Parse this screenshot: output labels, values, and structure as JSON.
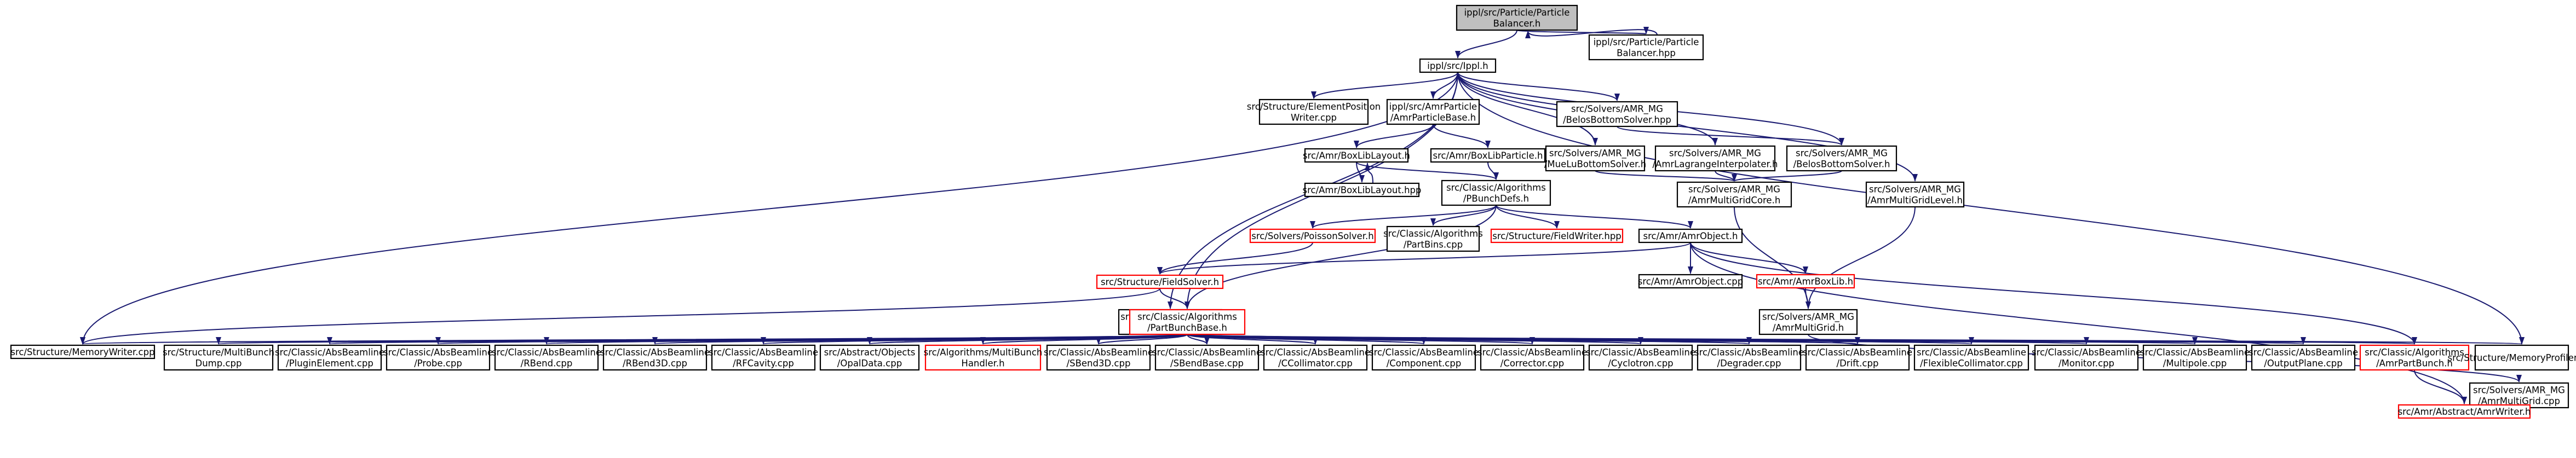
{
  "colors": {
    "edge": "#191970",
    "node_border": "#000000",
    "node_border_incomplete": "#ff0000",
    "node_fill": "#ffffff",
    "root_fill": "#bfbfbf",
    "text": "#000000"
  },
  "nodes": [
    {
      "id": "n_pb_h",
      "lines": [
        "ippl/src/Particle/Particle",
        "Balancer.h"
      ],
      "root": true
    },
    {
      "id": "n_pb_hpp",
      "lines": [
        "ippl/src/Particle/Particle",
        "Balancer.hpp"
      ]
    },
    {
      "id": "n_ippl",
      "lines": [
        "ippl/src/Ippl.h"
      ]
    },
    {
      "id": "n_elempos",
      "lines": [
        "src/Structure/ElementPosition",
        "Writer.cpp"
      ]
    },
    {
      "id": "n_amrpb",
      "lines": [
        "ippl/src/AmrParticle",
        "/AmrParticleBase.h"
      ]
    },
    {
      "id": "n_bbs_hpp",
      "lines": [
        "src/Solvers/AMR_MG",
        "/BelosBottomSolver.hpp"
      ]
    },
    {
      "id": "n_mueluBS",
      "lines": [
        "src/Solvers/AMR_MG",
        "/MueLuBottomSolver.h"
      ]
    },
    {
      "id": "n_lagrange",
      "lines": [
        "src/Solvers/AMR_MG",
        "/AmrLagrangeInterpolater.h"
      ]
    },
    {
      "id": "n_bbs_h",
      "lines": [
        "src/Solvers/AMR_MG",
        "/BelosBottomSolver.h"
      ]
    },
    {
      "id": "n_sllayout",
      "lines": [
        "src/Amr/BoxLibLayout.h"
      ]
    },
    {
      "id": "n_slparticle",
      "lines": [
        "src/Amr/BoxLibParticle.h"
      ]
    },
    {
      "id": "n_sllayout_hpp",
      "lines": [
        "src/Amr/BoxLibLayout.hpp"
      ]
    },
    {
      "id": "n_pbunch",
      "lines": [
        "src/Classic/Algorithms",
        "/PBunchDefs.h"
      ]
    },
    {
      "id": "n_gridcore",
      "lines": [
        "src/Solvers/AMR_MG",
        "/AmrMultiGridCore.h"
      ]
    },
    {
      "id": "n_gridlevel",
      "lines": [
        "src/Solvers/AMR_MG",
        "/AmrMultiGridLevel.h"
      ]
    },
    {
      "id": "n_poisson",
      "lines": [
        "src/Solvers/PoissonSolver.h"
      ],
      "incomplete": true
    },
    {
      "id": "n_partbins",
      "lines": [
        "src/Classic/Algorithms",
        "/PartBins.cpp"
      ]
    },
    {
      "id": "n_fmhpp",
      "lines": [
        "src/Structure/FieldWriter.hpp"
      ],
      "incomplete": true
    },
    {
      "id": "n_amrobject",
      "lines": [
        "src/Amr/AmrObject.h"
      ]
    },
    {
      "id": "n_fieldsolver",
      "lines": [
        "src/Structure/FieldSolver.h"
      ],
      "incomplete": true
    },
    {
      "id": "n_amrobj_cpp",
      "lines": [
        "src/Amr/AmrObject.cpp"
      ]
    },
    {
      "id": "n_boxlib",
      "lines": [
        "src/Amr/AmrBoxLib.h"
      ],
      "incomplete": true
    },
    {
      "id": "n_partbunch_cpp",
      "lines": [
        "src/Classic/Algorithms",
        "/PartBunch.cpp"
      ]
    },
    {
      "id": "n_pbbase",
      "lines": [
        "src/Classic/Algorithms",
        "/PartBunchBase.h"
      ],
      "incomplete": true
    },
    {
      "id": "n_multigrid",
      "lines": [
        "src/Solvers/AMR_MG",
        "/AmrMultiGrid.h"
      ]
    },
    {
      "id": "n_memwriter",
      "lines": [
        "src/Structure/MemoryWriter.cpp"
      ]
    },
    {
      "id": "n_multibunch",
      "lines": [
        "src/Structure/MultiBunch",
        "Dump.cpp"
      ]
    },
    {
      "id": "n_plugin",
      "lines": [
        "src/Classic/AbsBeamline",
        "/PluginElement.cpp"
      ]
    },
    {
      "id": "n_probe",
      "lines": [
        "src/Classic/AbsBeamline",
        "/Probe.cpp"
      ]
    },
    {
      "id": "n_rbend",
      "lines": [
        "src/Classic/AbsBeamline",
        "/RBend.cpp"
      ]
    },
    {
      "id": "n_rbend3d",
      "lines": [
        "src/Classic/AbsBeamline",
        "/RBend3D.cpp"
      ]
    },
    {
      "id": "n_rfcavity",
      "lines": [
        "src/Classic/AbsBeamline",
        "/RFCavity.cpp"
      ]
    },
    {
      "id": "n_opaldata",
      "lines": [
        "src/Abstract/Objects",
        "/OpalData.cpp"
      ]
    },
    {
      "id": "n_mbhandler",
      "lines": [
        "src/Algorithms/MultiBunch",
        "Handler.h"
      ],
      "incomplete": true
    },
    {
      "id": "n_sbend3d",
      "lines": [
        "src/Classic/AbsBeamline",
        "/SBend3D.cpp"
      ]
    },
    {
      "id": "n_sbendbase",
      "lines": [
        "src/Classic/AbsBeamline",
        "/SBendBase.cpp"
      ]
    },
    {
      "id": "n_ccollimator",
      "lines": [
        "src/Classic/AbsBeamline",
        "/CCollimator.cpp"
      ]
    },
    {
      "id": "n_component",
      "lines": [
        "src/Classic/AbsBeamline",
        "/Component.cpp"
      ]
    },
    {
      "id": "n_corrector",
      "lines": [
        "src/Classic/AbsBeamline",
        "/Corrector.cpp"
      ]
    },
    {
      "id": "n_cyclotron",
      "lines": [
        "src/Classic/AbsBeamline",
        "/Cyclotron.cpp"
      ]
    },
    {
      "id": "n_degrader",
      "lines": [
        "src/Classic/AbsBeamline",
        "/Degrader.cpp"
      ]
    },
    {
      "id": "n_drift",
      "lines": [
        "src/Classic/AbsBeamline",
        "/Drift.cpp"
      ]
    },
    {
      "id": "n_flexcoll",
      "lines": [
        "src/Classic/AbsBeamline",
        "/FlexibleCollimator.cpp"
      ]
    },
    {
      "id": "n_monitor",
      "lines": [
        "src/Classic/AbsBeamline",
        "/Monitor.cpp"
      ]
    },
    {
      "id": "n_multipole",
      "lines": [
        "src/Classic/AbsBeamline",
        "/Multipole.cpp"
      ]
    },
    {
      "id": "n_outputplane",
      "lines": [
        "src/Classic/AbsBeamline",
        "/OutputPlane.cpp"
      ]
    },
    {
      "id": "n_amrpartbunch",
      "lines": [
        "src/Classic/Algorithms",
        "/AmrPartBunch.h"
      ],
      "incomplete": true
    },
    {
      "id": "n_memprof",
      "lines": [
        "src/Structure/MemoryProfiler.cpp"
      ]
    },
    {
      "id": "n_multigrid_cpp",
      "lines": [
        "src/Solvers/AMR_MG",
        "/AmrMultiGrid.cpp"
      ]
    },
    {
      "id": "n_yt",
      "lines": [
        "src/Amr/Abstract/AmrWriter.h"
      ],
      "incomplete": true
    }
  ],
  "edges": [
    [
      "n_pb_h",
      "n_pb_hpp"
    ],
    [
      "n_pb_hpp",
      "n_pb_h"
    ],
    [
      "n_pb_h",
      "n_ippl"
    ],
    [
      "n_ippl",
      "n_elempos"
    ],
    [
      "n_ippl",
      "n_amrpb"
    ],
    [
      "n_ippl",
      "n_bbs_hpp"
    ],
    [
      "n_ippl",
      "n_mueluBS"
    ],
    [
      "n_ippl",
      "n_lagrange"
    ],
    [
      "n_ippl",
      "n_bbs_h"
    ],
    [
      "n_ippl",
      "n_gridlevel"
    ],
    [
      "n_ippl",
      "n_partbunch_cpp"
    ],
    [
      "n_ippl",
      "n_memwriter"
    ],
    [
      "n_ippl",
      "n_memprof"
    ],
    [
      "n_ippl",
      "n_pbbase"
    ],
    [
      "n_amrpb",
      "n_sllayout"
    ],
    [
      "n_amrpb",
      "n_slparticle"
    ],
    [
      "n_sllayout",
      "n_sllayout_hpp"
    ],
    [
      "n_sllayout_hpp",
      "n_sllayout"
    ],
    [
      "n_sllayout",
      "n_pbunch"
    ],
    [
      "n_slparticle",
      "n_pbunch"
    ],
    [
      "n_bbs_hpp",
      "n_bbs_h"
    ],
    [
      "n_mueluBS",
      "n_gridcore"
    ],
    [
      "n_lagrange",
      "n_gridcore"
    ],
    [
      "n_bbs_h",
      "n_gridcore"
    ],
    [
      "n_gridcore",
      "n_multigrid"
    ],
    [
      "n_gridlevel",
      "n_multigrid"
    ],
    [
      "n_pbunch",
      "n_poisson"
    ],
    [
      "n_pbunch",
      "n_partbins"
    ],
    [
      "n_pbunch",
      "n_fmhpp"
    ],
    [
      "n_pbunch",
      "n_amrobject"
    ],
    [
      "n_pbunch",
      "n_pbbase"
    ],
    [
      "n_poisson",
      "n_fieldsolver"
    ],
    [
      "n_amrobject",
      "n_fieldsolver"
    ],
    [
      "n_amrobject",
      "n_amrobj_cpp"
    ],
    [
      "n_amrobject",
      "n_boxlib"
    ],
    [
      "n_amrobject",
      "n_amrpartbunch"
    ],
    [
      "n_amrobject",
      "n_yt"
    ],
    [
      "n_fieldsolver",
      "n_pbbase"
    ],
    [
      "n_fieldsolver",
      "n_memwriter"
    ],
    [
      "n_boxlib",
      "n_multigrid"
    ],
    [
      "n_multigrid",
      "n_multigrid_cpp"
    ],
    [
      "n_amrpartbunch",
      "n_yt"
    ],
    [
      "n_pbbase",
      "n_memwriter"
    ],
    [
      "n_pbbase",
      "n_multibunch"
    ],
    [
      "n_pbbase",
      "n_plugin"
    ],
    [
      "n_pbbase",
      "n_probe"
    ],
    [
      "n_pbbase",
      "n_rbend"
    ],
    [
      "n_pbbase",
      "n_rbend3d"
    ],
    [
      "n_pbbase",
      "n_rfcavity"
    ],
    [
      "n_pbbase",
      "n_opaldata"
    ],
    [
      "n_pbbase",
      "n_mbhandler"
    ],
    [
      "n_pbbase",
      "n_sbend3d"
    ],
    [
      "n_pbbase",
      "n_sbendbase"
    ],
    [
      "n_pbbase",
      "n_ccollimator"
    ],
    [
      "n_pbbase",
      "n_component"
    ],
    [
      "n_pbbase",
      "n_corrector"
    ],
    [
      "n_pbbase",
      "n_cyclotron"
    ],
    [
      "n_pbbase",
      "n_degrader"
    ],
    [
      "n_pbbase",
      "n_drift"
    ],
    [
      "n_pbbase",
      "n_flexcoll"
    ],
    [
      "n_pbbase",
      "n_monitor"
    ],
    [
      "n_pbbase",
      "n_multipole"
    ],
    [
      "n_pbbase",
      "n_outputplane"
    ],
    [
      "n_pbbase",
      "n_amrpartbunch"
    ],
    [
      "n_pbbase",
      "n_memprof"
    ]
  ]
}
